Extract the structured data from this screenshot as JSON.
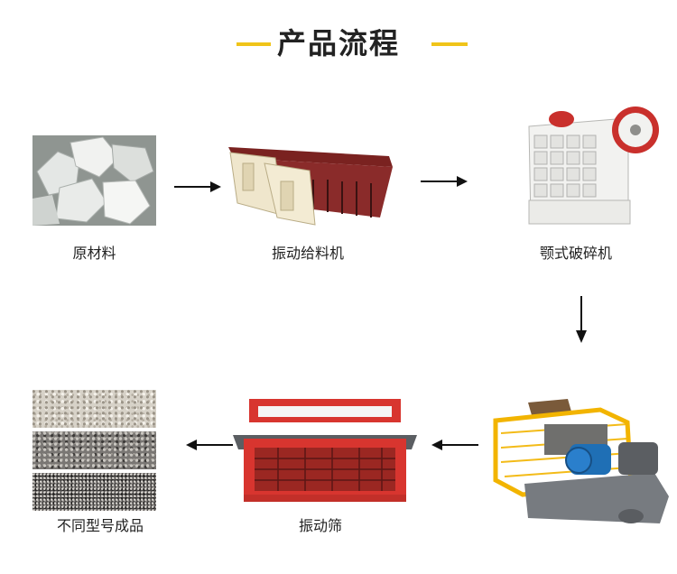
{
  "title": "产品流程",
  "colors": {
    "accent": "#f0c419",
    "arrow": "#111111",
    "feeder": "#8a2b2a",
    "screen": "#d8352f",
    "roller_guard": "#f2b400",
    "motor": "#1f6fb5"
  },
  "steps": [
    {
      "label": "原材料",
      "image": "raw-stone-image"
    },
    {
      "label": "振动给料机",
      "image": "vibrating-feeder-image"
    },
    {
      "label": "颚式破碎机",
      "image": "jaw-crusher-image"
    },
    {
      "label": "振动筛",
      "image": "vibrating-screen-image"
    },
    {
      "label": "不同型号成品",
      "image": "finished-aggregate-image"
    }
  ],
  "arrows": [
    "right",
    "right",
    "down",
    "left",
    "left"
  ]
}
